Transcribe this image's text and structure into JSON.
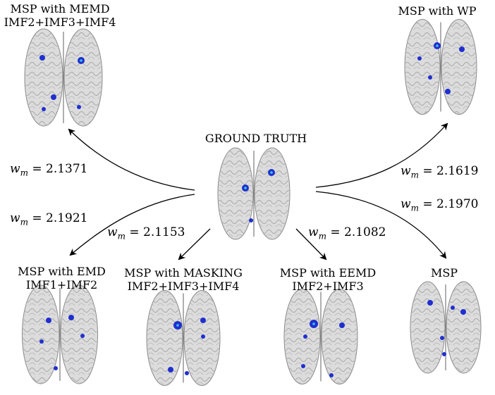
{
  "ground_truth": {
    "label": "GROUND TRUTH"
  },
  "panels": [
    {
      "id": "memd",
      "title": "MSP with MEMD",
      "subtitle": "IMF2+IMF3+IMF4",
      "w_m": "2.1371"
    },
    {
      "id": "wp",
      "title": "MSP with WP",
      "subtitle": "",
      "w_m": "2.1619"
    },
    {
      "id": "emd",
      "title": "MSP with EMD",
      "subtitle": "IMF1+IMF2",
      "w_m": "2.1921"
    },
    {
      "id": "masking",
      "title": "MSP with MASKING",
      "subtitle": "IMF2+IMF3+IMF4",
      "w_m": "2.1153"
    },
    {
      "id": "eemd",
      "title": "MSP with EEMD",
      "subtitle": "IMF2+IMF3",
      "w_m": "2.1082"
    },
    {
      "id": "msp",
      "title": "MSP",
      "subtitle": "",
      "w_m": "2.1970"
    }
  ],
  "weight_symbol": "w",
  "weight_subscript": "m",
  "colors": {
    "brain_fill": "#dcdcdc",
    "brain_stroke": "#8a8a8a",
    "activation": "#1f2fd0",
    "activation_core": "#39c8e8",
    "arrow": "#000000"
  }
}
